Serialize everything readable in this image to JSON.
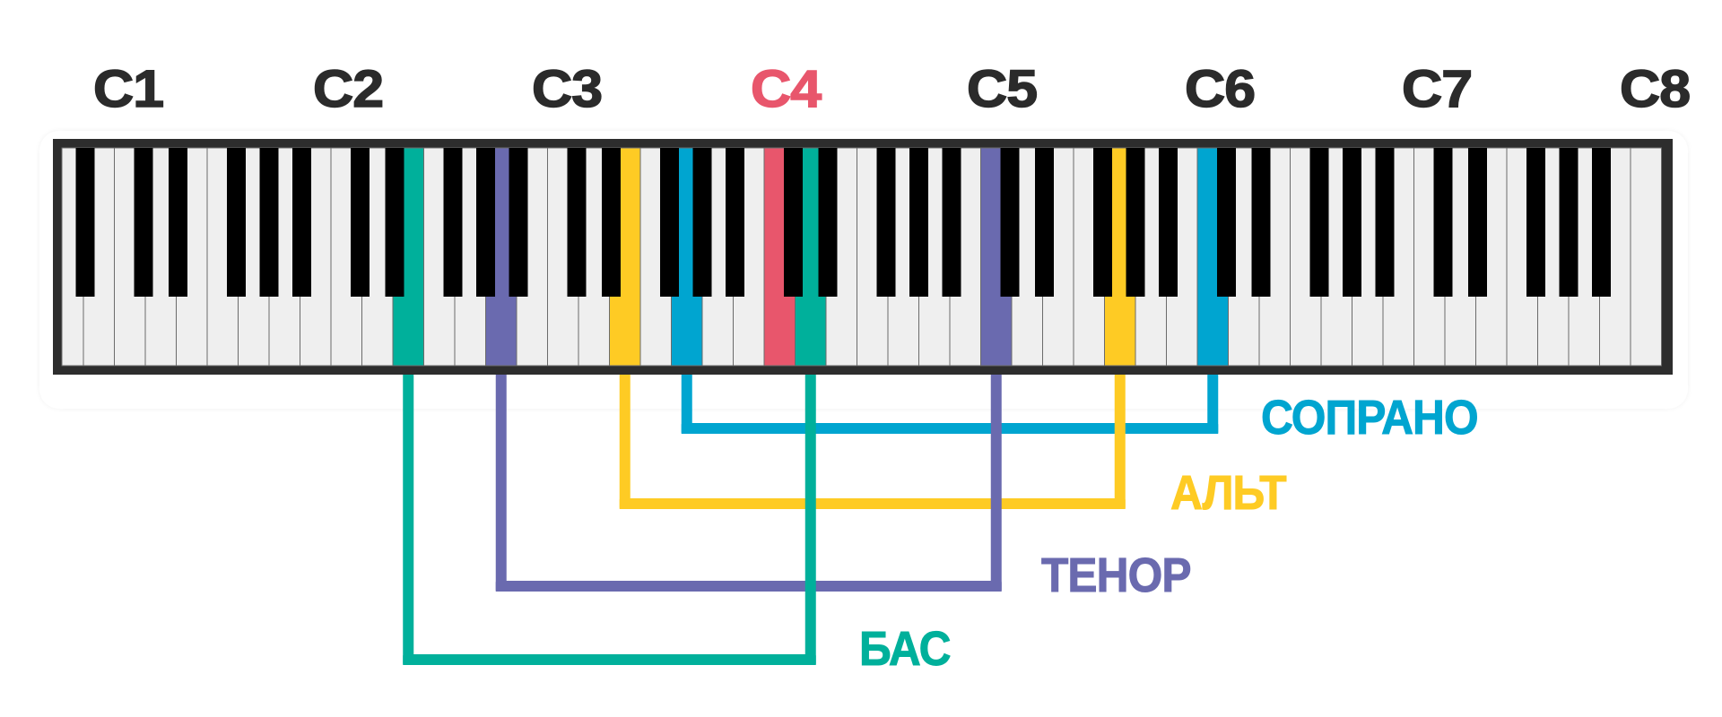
{
  "octave_labels": [
    {
      "text": "C1",
      "highlight": false
    },
    {
      "text": "C2",
      "highlight": false
    },
    {
      "text": "C3",
      "highlight": false
    },
    {
      "text": "C4",
      "highlight": true
    },
    {
      "text": "C5",
      "highlight": false
    },
    {
      "text": "C6",
      "highlight": false
    },
    {
      "text": "C7",
      "highlight": false
    },
    {
      "text": "C8",
      "highlight": false
    }
  ],
  "keyboard": {
    "white_key_count": 52,
    "middle_c_white_index": 23,
    "middle_c_color": "#e8566c"
  },
  "voices": [
    {
      "name": "СОПРАНО",
      "color": "#00a5d0",
      "low_white_index": 20,
      "high_white_index": 37
    },
    {
      "name": "АЛЬТ",
      "color": "#fecb24",
      "low_white_index": 18,
      "high_white_index": 34
    },
    {
      "name": "ТЕНОР",
      "color": "#6a6aaf",
      "low_white_index": 14,
      "high_white_index": 30
    },
    {
      "name": "БАС",
      "color": "#00b09b",
      "low_white_index": 11,
      "high_white_index": 24
    }
  ],
  "colors": {
    "text": "#2b2b2b",
    "frame": "#2d2d2d",
    "white_key": "#efefef",
    "black_key": "#000000"
  }
}
